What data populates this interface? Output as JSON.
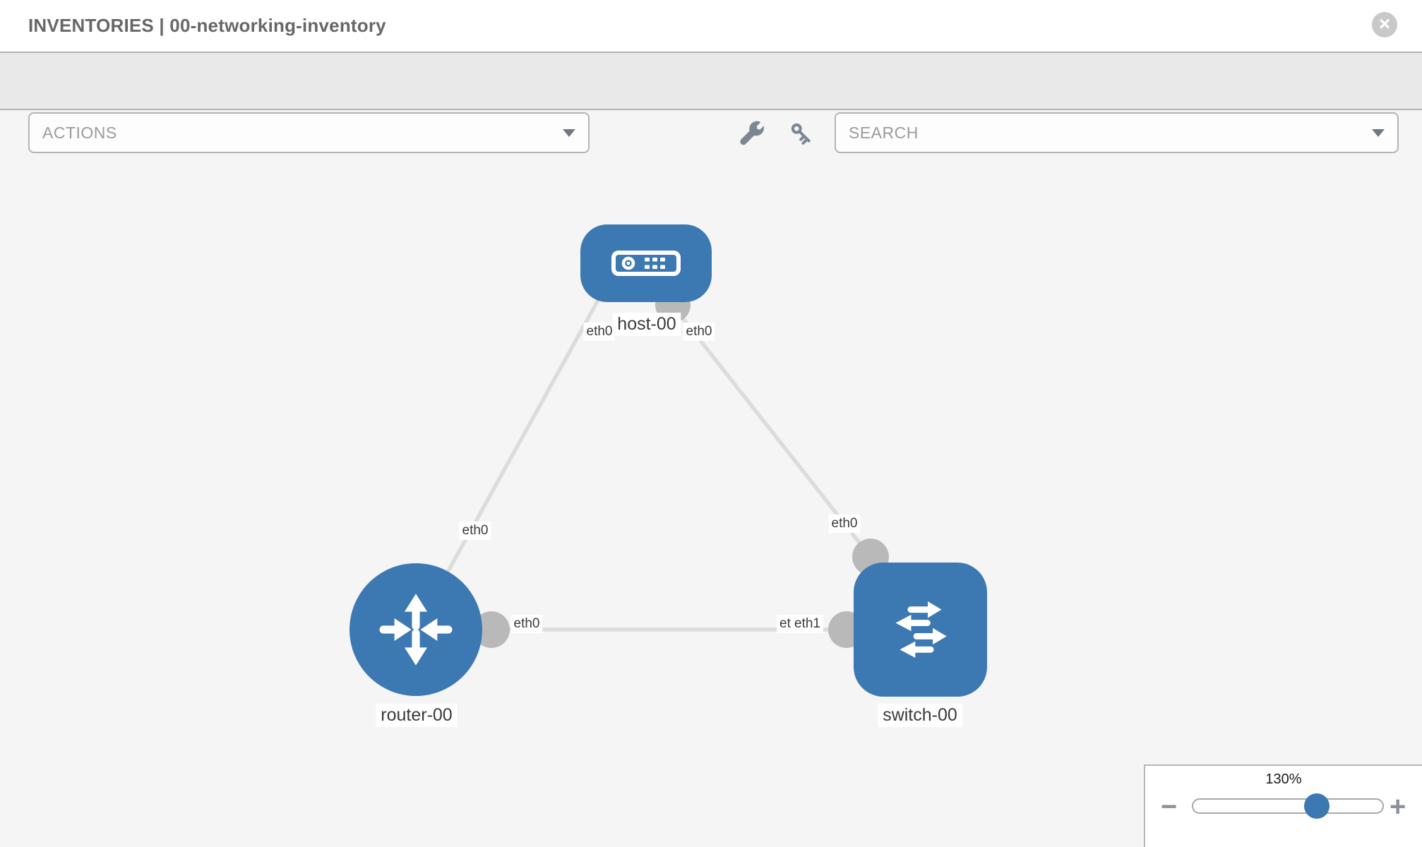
{
  "header": {
    "title": "INVENTORIES | 00-networking-inventory",
    "close_label": "×"
  },
  "toolbar": {
    "actions_label": "ACTIONS",
    "search_label": "SEARCH"
  },
  "topology": {
    "nodes": [
      {
        "id": "host-00",
        "label": "host-00",
        "type": "host"
      },
      {
        "id": "router-00",
        "label": "router-00",
        "type": "router"
      },
      {
        "id": "switch-00",
        "label": "switch-00",
        "type": "switch"
      }
    ],
    "links": [
      {
        "from": "host-00",
        "to": "router-00",
        "from_if": "eth0",
        "to_if": "eth0"
      },
      {
        "from": "host-00",
        "to": "switch-00",
        "from_if": "eth0",
        "to_if": "eth0"
      },
      {
        "from": "router-00",
        "to": "switch-00",
        "from_if": "eth0",
        "to_if": "eth1",
        "to_if_occluded": "eth0"
      }
    ]
  },
  "zoom_control": {
    "level": "130%",
    "minus_label": "−",
    "plus_label": "+"
  },
  "colors": {
    "node_blue": "#3c79b2",
    "link_gray": "#dcdcdc",
    "connector_gray": "#b9b9b9",
    "toolbar_bg": "#e9e9e9",
    "canvas_bg": "#f5f5f6"
  }
}
